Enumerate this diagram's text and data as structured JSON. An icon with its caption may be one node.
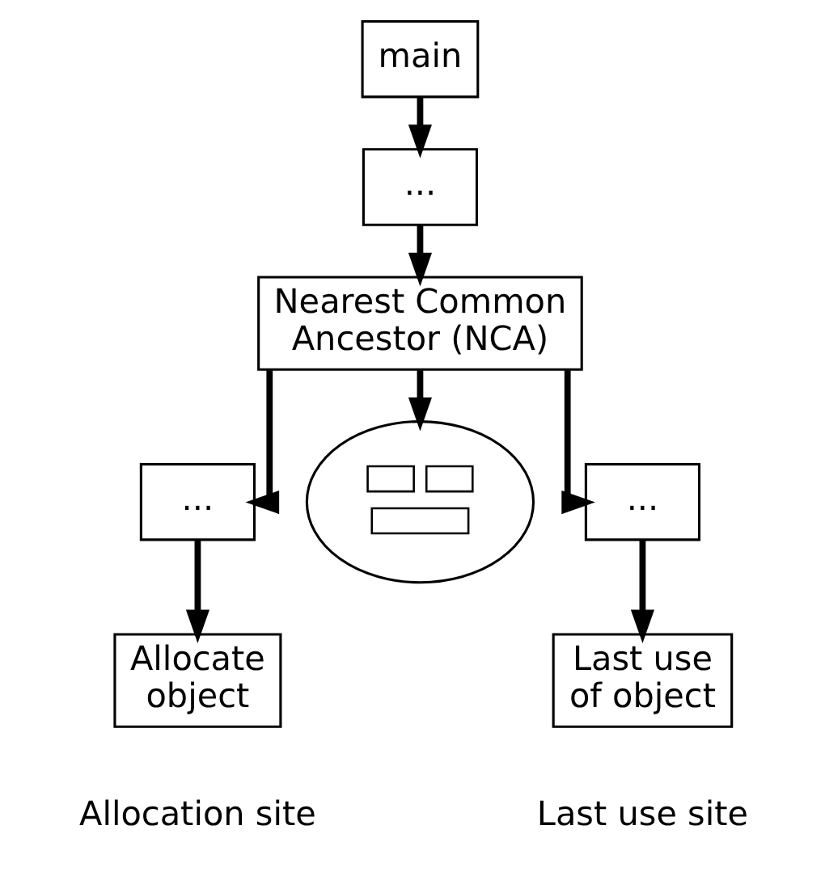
{
  "diagram": {
    "nodes": [
      {
        "text": [
          "main"
        ]
      },
      {
        "text": [
          "..."
        ]
      },
      {
        "text": [
          "Nearest Common Ancestor (NCA)"
        ]
      },
      {
        "text": [
          "..."
        ]
      },
      {
        "text": [],
        "shape": "cloud"
      },
      {
        "text": [
          "..."
        ]
      },
      {
        "text": [
          "Allocate object"
        ],
        "beside": [
          "Allocation site"
        ]
      },
      {
        "text": [
          "Last use of object"
        ],
        "beside": [
          "Last use site"
        ]
      }
    ],
    "edges": [
      {
        "from": 0,
        "to": 1,
        "arrow": "to"
      },
      {
        "from": 1,
        "to": 2,
        "arrow": "to"
      },
      {
        "from": 2,
        "to": 3,
        "arrow": "to"
      },
      {
        "from": 2,
        "to": 4,
        "arrow": "to"
      },
      {
        "from": 2,
        "to": 5,
        "arrow": "to"
      },
      {
        "from": 3,
        "to": 6,
        "arrow": "to"
      },
      {
        "from": 5,
        "to": 7,
        "arrow": "to"
      }
    ]
  }
}
